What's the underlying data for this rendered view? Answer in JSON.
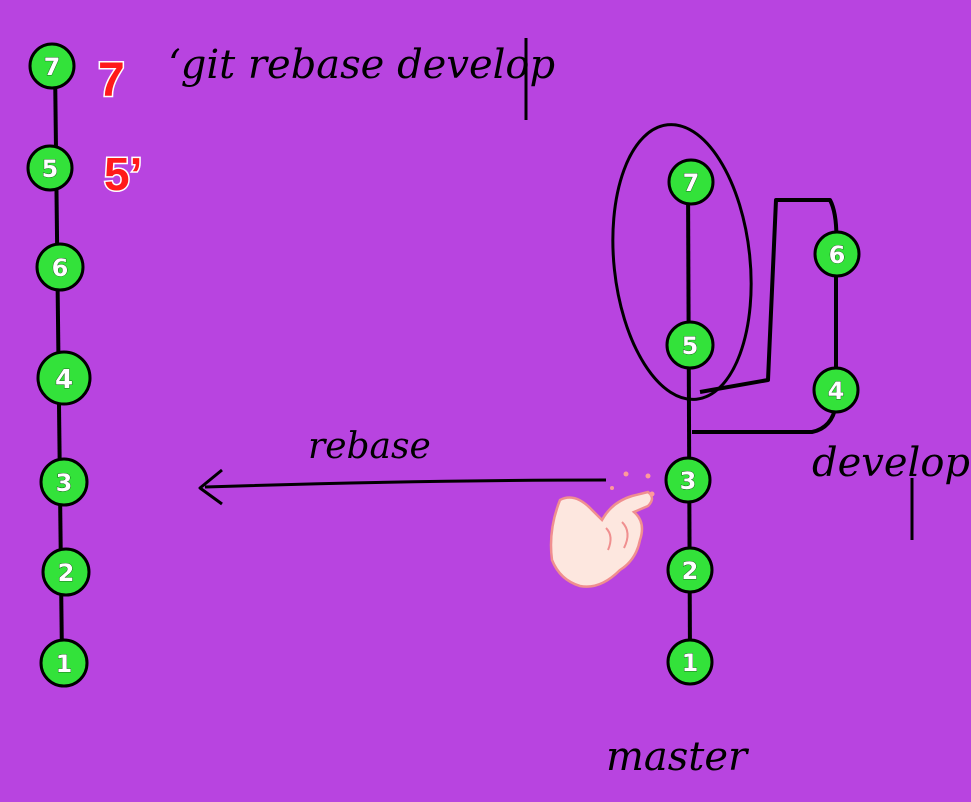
{
  "colors": {
    "background": "#b844e0",
    "node_fill": "#33e23a",
    "line": "#000000",
    "red_label": "#ff1a1a"
  },
  "title_text": "‘git rebase develop",
  "rebase_label": "rebase",
  "develop_label": "develop",
  "master_label": "master",
  "left_branch": {
    "commits": [
      "7",
      "5",
      "6",
      "4",
      "3",
      "2",
      "1"
    ],
    "rebased_labels": [
      "7",
      "5’"
    ]
  },
  "master_branch": {
    "commits": [
      "1",
      "2",
      "3",
      "5",
      "7"
    ],
    "circled": [
      "5",
      "7"
    ]
  },
  "develop_branch": {
    "commits": [
      "4",
      "6"
    ]
  },
  "icons": [
    "pointing-hand-icon",
    "arrow-left-icon"
  ]
}
